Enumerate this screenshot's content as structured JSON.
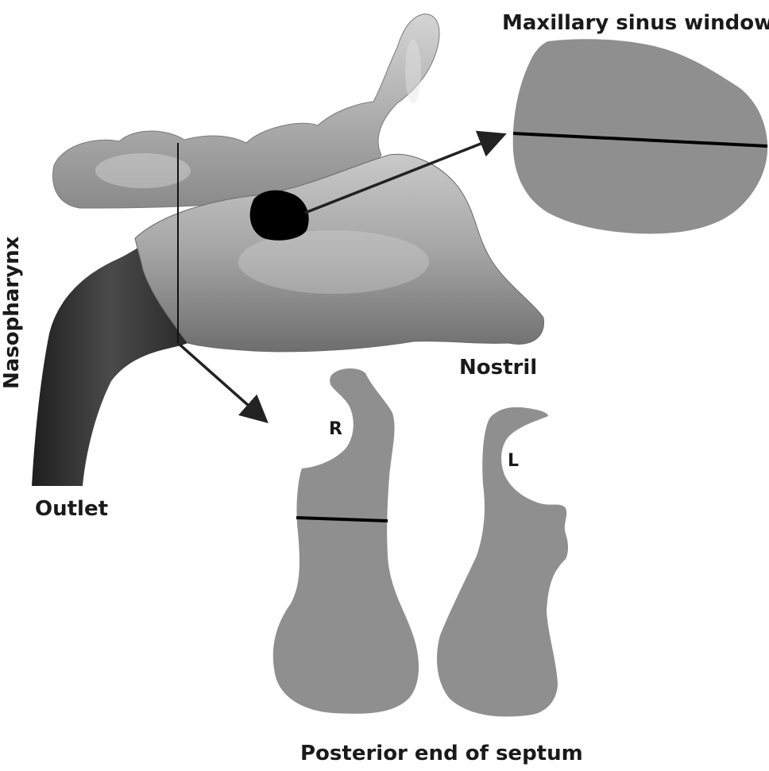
{
  "labels": {
    "maxillary_sinus_window": "Maxillary sinus window",
    "nostril": "Nostril",
    "outlet": "Outlet",
    "nasopharynx": "Nasopharynx",
    "posterior_end_of_septum": "Posterior end of septum",
    "right": "R",
    "left": "L"
  },
  "colors": {
    "cross_section_fill": "#8f8f8f",
    "model_shading": "#a8a8a8",
    "model_dark": "#3a3a3a",
    "annotation_line": "#111111",
    "sinus_window_marker": "#000000"
  }
}
